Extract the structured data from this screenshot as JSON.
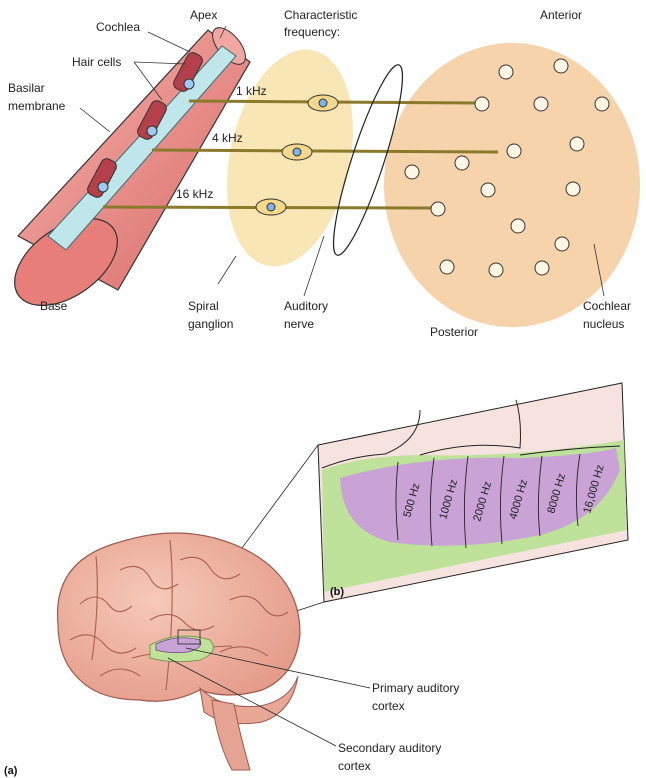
{
  "top": {
    "apex": "Apex",
    "cochlea": "Cochlea",
    "hair_cells": "Hair cells",
    "basilar_1": "Basilar",
    "basilar_2": "membrane",
    "base": "Base",
    "char_freq_1": "Characteristic",
    "char_freq_2": "frequency:",
    "freq_1": "1 kHz",
    "freq_2": "4 kHz",
    "freq_3": "16 kHz",
    "spiral_1": "Spiral",
    "spiral_2": "ganglion",
    "auditory_1": "Auditory",
    "auditory_2": "nerve",
    "anterior": "Anterior",
    "posterior": "Posterior",
    "cochlear_1": "Cochlear",
    "cochlear_2": "nucleus"
  },
  "bottom": {
    "panel_b": "(b)",
    "panel_a": "(a)",
    "tonotopy": [
      "500 Hz",
      "1000 Hz",
      "2000 Hz",
      "4000 Hz",
      "8000 Hz",
      "16,000 Hz"
    ],
    "primary_1": "Primary auditory",
    "primary_2": "cortex",
    "secondary_1": "Secondary auditory",
    "secondary_2": "cortex"
  },
  "colors": {
    "cochlea_fill": "#e98b86",
    "membrane": "#bfe6ea",
    "ganglion": "#f8e7b4",
    "nucleus": "#f6d3ab",
    "tonotopy_purple": "#c9a2d6",
    "secondary_green": "#bfe29a",
    "brain": "#f1b8a6"
  }
}
